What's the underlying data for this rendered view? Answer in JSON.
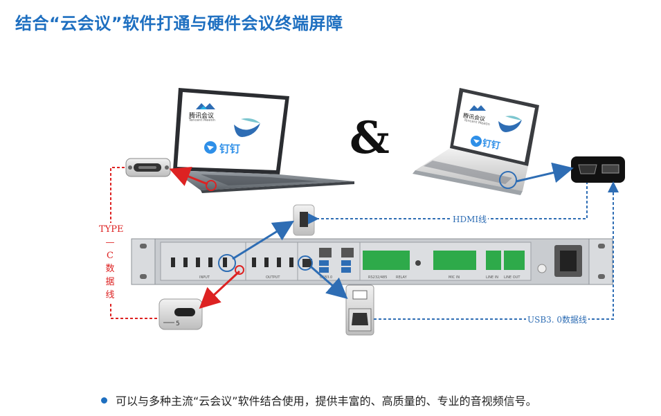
{
  "title": "结合“云会议”软件打通与硬件会议终端屏障",
  "ampersand": "&",
  "labels": {
    "hdmi": "HDMI线",
    "usb": "USB3. 0数据线",
    "type_c": [
      "TYPE",
      "—",
      "C",
      "数",
      "据",
      "线"
    ]
  },
  "laptop_left": {
    "app1": "腾讯会议",
    "app1_sub": "Tencent Meetin",
    "app2": "钉钉"
  },
  "laptop_right": {
    "app1": "腾讯会议",
    "app1_sub": "Tencent Meetin",
    "app2": "钉钉"
  },
  "rack_sections": [
    "INPUT",
    "OUTPUT",
    "USB3.0",
    "RS232/485",
    "RELAY",
    "MIC IN",
    "LINE IN",
    "LINE OUT"
  ],
  "usb_port_label": "5",
  "bullet": "可以与多种主流“云会议”软件结合使用，提供丰富的、高质量的、专业的音视频信号。",
  "colors": {
    "title": "#1e6fc0",
    "blue_line": "#2e6db4",
    "red_line": "#dd2222",
    "terminal_green": "#2eaa4a"
  }
}
